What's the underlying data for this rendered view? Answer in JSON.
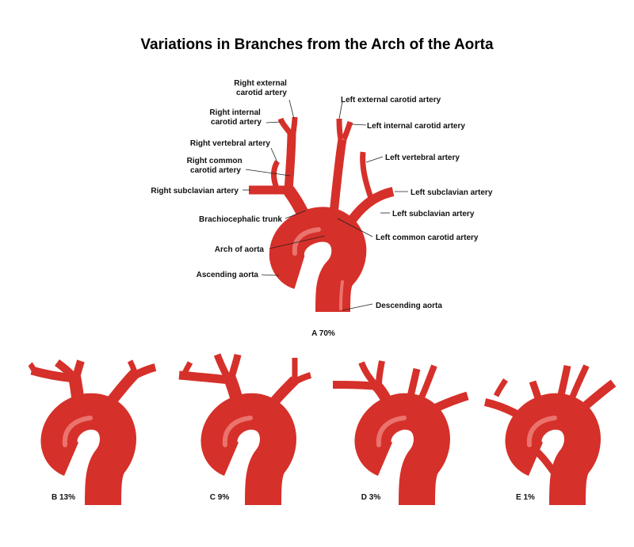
{
  "title": "Variations in Branches from the Arch of the Aorta",
  "colors": {
    "vessel": "#d6302a",
    "vessel_highlight": "#f4908a",
    "text": "#111111",
    "background": "#ffffff"
  },
  "labels": {
    "right_external_carotid": [
      "Right external",
      "carotid artery"
    ],
    "right_internal_carotid": [
      "Right internal",
      "carotid artery"
    ],
    "right_vertebral": "Right vertebral artery",
    "right_common_carotid": [
      "Right common",
      "carotid artery"
    ],
    "right_subclavian": "Right subclavian artery",
    "brachiocephalic_trunk": "Brachiocephalic trunk",
    "arch_of_aorta": "Arch of aorta",
    "ascending_aorta": "Ascending aorta",
    "left_external_carotid": "Left external carotid artery",
    "left_internal_carotid": "Left internal carotid artery",
    "left_vertebral": "Left vertebral artery",
    "left_subclavian_1": "Left subclavian artery",
    "left_subclavian_2": "Left subclavian artery",
    "left_common_carotid": "Left common carotid artery",
    "descending_aorta": "Descending aorta"
  },
  "variants": [
    {
      "caption": "A 70%"
    },
    {
      "caption": "B 13%"
    },
    {
      "caption": "C 9%"
    },
    {
      "caption": "D 3%"
    },
    {
      "caption": "E 1%"
    }
  ]
}
